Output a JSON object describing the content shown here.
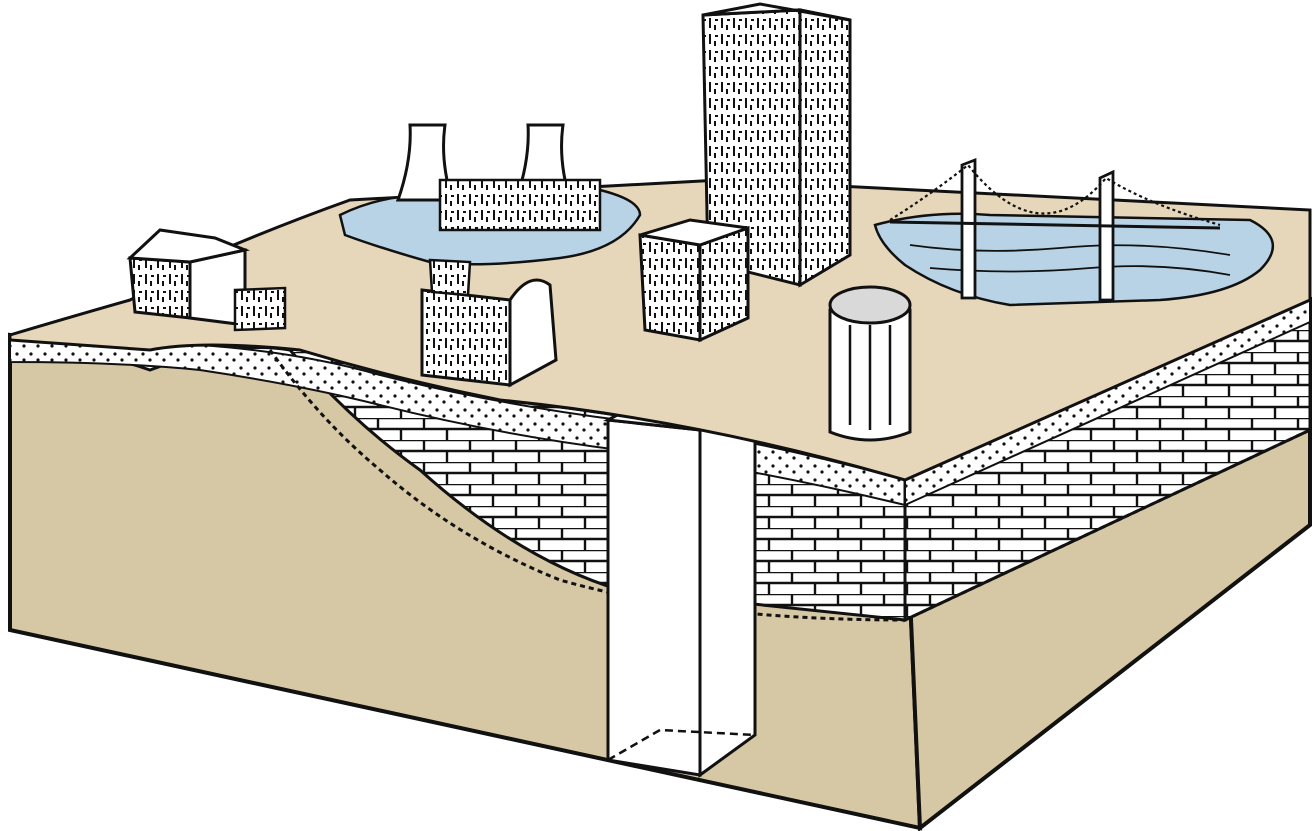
{
  "diagram": {
    "kind": "geological block diagram",
    "palette": {
      "ground": "#e6d6ba",
      "soil": "#d6c8a4",
      "water": "#b9d3e6",
      "outline": "#111111",
      "bedrock": "#ffffff"
    },
    "features": [
      "house",
      "cooling-towers",
      "reservoir",
      "skyscraper",
      "office-block",
      "church",
      "cylindrical-tank",
      "suspension-bridge",
      "river",
      "fractured-limestone-layer",
      "vertical-shaft"
    ]
  }
}
